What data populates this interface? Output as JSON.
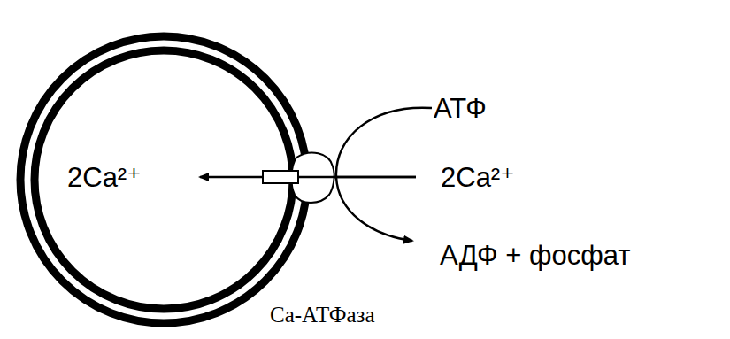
{
  "diagram": {
    "nodes": [
      {
        "text": [
          "2Ca²⁺"
        ]
      }
    ],
    "labels": [
      "АТФ",
      "2Ca²⁺",
      "АДФ + фосфат",
      "Ca-АТФаза"
    ]
  }
}
